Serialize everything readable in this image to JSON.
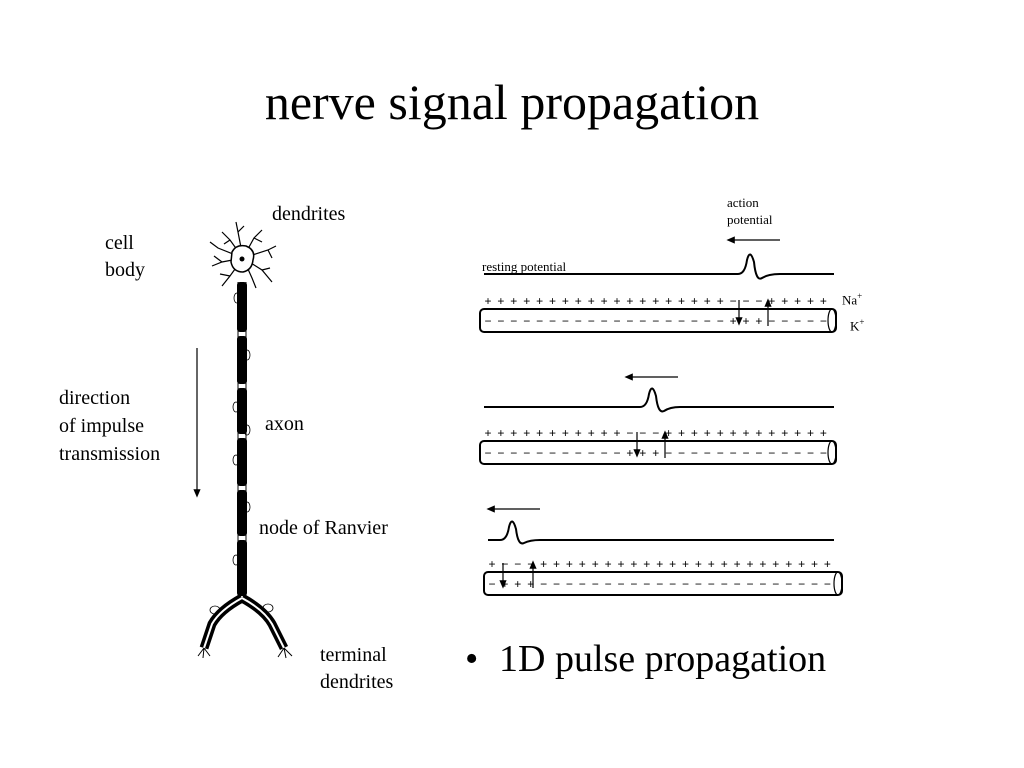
{
  "title": "nerve signal propagation",
  "neuron_labels": {
    "dendrites": "dendrites",
    "cell_body": [
      "cell",
      "body"
    ],
    "direction": [
      "direction",
      "of impulse",
      "transmission"
    ],
    "axon": "axon",
    "node": "node of Ranvier",
    "terminal": [
      "terminal",
      "dendrites"
    ]
  },
  "propagation_labels": {
    "action_potential": [
      "action",
      "potential"
    ],
    "resting_potential": "resting potential",
    "sodium": "Na",
    "potassium": "K",
    "ion_charge": "+"
  },
  "bullet": {
    "marker": "•",
    "text": "1D pulse propagation"
  }
}
